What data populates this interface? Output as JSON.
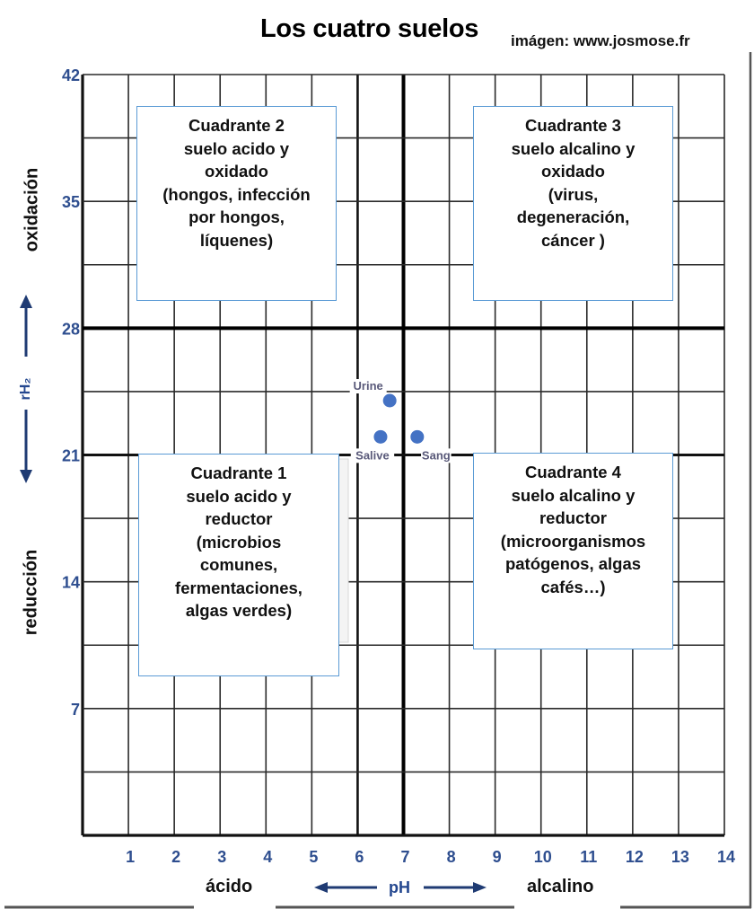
{
  "header": {
    "title": "Los cuatro suelos",
    "credit": "imágen: www.josmose.fr"
  },
  "quadrants": [
    {
      "lines": [
        "Cuadrante 2",
        "suelo acido y",
        "oxidado",
        "(hongos, infección",
        "por hongos,",
        "líquenes)"
      ]
    },
    {
      "lines": [
        "Cuadrante 3",
        "suelo alcalino y",
        "oxidado",
        "(virus,",
        "degeneración,",
        "cáncer )"
      ]
    },
    {
      "lines": [
        "Cuadrante 1",
        "suelo acido y",
        "reductor",
        "(microbios",
        "comunes,",
        "fermentaciones,",
        "algas verdes)"
      ]
    },
    {
      "lines": [
        "Cuadrante 4",
        "suelo alcalino  y",
        "reductor",
        "(microorganismos",
        "patógenos, algas",
        "cafés…)"
      ]
    }
  ],
  "axis_labels": {
    "y_top": "oxidación",
    "y_bottom": "reducción",
    "y_name": "rH₂",
    "x_left": "ácido",
    "x_right": "alcalino",
    "x_name": "pH"
  },
  "colors": {
    "tick": "#2e4e8f",
    "point": "#4472c4",
    "box_border": "#5b9bd5",
    "arrow": "#1f3b73",
    "point_label": "#5a5a7a"
  },
  "chart_data": {
    "type": "scatter",
    "title": "Los cuatro suelos",
    "xlabel": "pH",
    "ylabel": "rH₂",
    "xlim": [
      0,
      14
    ],
    "ylim": [
      0,
      42
    ],
    "grid": true,
    "x_grid_step": 1,
    "y_grid_step": 3.5,
    "x_ticks": [
      1,
      2,
      3,
      4,
      5,
      6,
      7,
      8,
      9,
      10,
      11,
      12,
      13,
      14
    ],
    "y_ticks": [
      7,
      14,
      21,
      28,
      35,
      42
    ],
    "x_divider": 7,
    "y_divider": 28,
    "points": [
      {
        "label": "Urine",
        "x": 6.7,
        "y": 24
      },
      {
        "label": "Salive",
        "x": 6.5,
        "y": 22
      },
      {
        "label": "Sang",
        "x": 7.3,
        "y": 22
      }
    ]
  }
}
